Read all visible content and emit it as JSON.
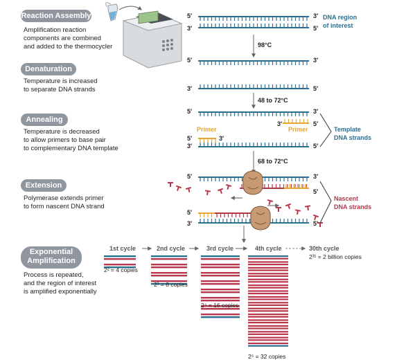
{
  "steps": {
    "assembly": {
      "title": "Reaction Assembly",
      "desc": [
        "Amplification reaction",
        "components are combined",
        "and added to the thermocycler"
      ]
    },
    "denaturation": {
      "title": "Denaturation",
      "desc": [
        "Temperature is increased",
        "to separate DNA strands"
      ]
    },
    "annealing": {
      "title": "Annealing",
      "desc": [
        "Temperature is decreased",
        "to allow primers to base pair",
        "to complementary DNA template"
      ]
    },
    "extension": {
      "title": "Extension",
      "desc": [
        "Polymerase extends primer",
        "to form nascent DNA strand"
      ]
    },
    "exponential": {
      "title": [
        "Exponential",
        "Amplification"
      ],
      "desc": [
        "Process is repeated,",
        "and the region of interest",
        "is amplified exponentially"
      ]
    }
  },
  "labels": {
    "prime5": "5′",
    "prime3": "3′",
    "region": [
      "DNA region",
      "of interest"
    ],
    "template": [
      "Template",
      "DNA strands"
    ],
    "nascent": [
      "Nascent",
      "DNA strands"
    ],
    "primer": "Primer"
  },
  "temps": {
    "t1": "98°C",
    "t2": "48 to 72°C",
    "t3": "68 to 72°C"
  },
  "cycles": {
    "c1": "1st cycle",
    "c2": "2nd cycle",
    "c3": "3rd cycle",
    "c4": "4th cycle",
    "c30": "30th cycle",
    "copies1": "2² = 4 copies",
    "copies2": "2³ = 8 copies",
    "copies3": "2⁴ = 16 copies",
    "copies4": "2⁵ = 32 copies",
    "copies30": "2³¹ = 2 billion copies"
  },
  "colors": {
    "blue": "#2a6f92",
    "red": "#b8364a",
    "gold": "#e6a531",
    "pill": "#8f969e"
  }
}
